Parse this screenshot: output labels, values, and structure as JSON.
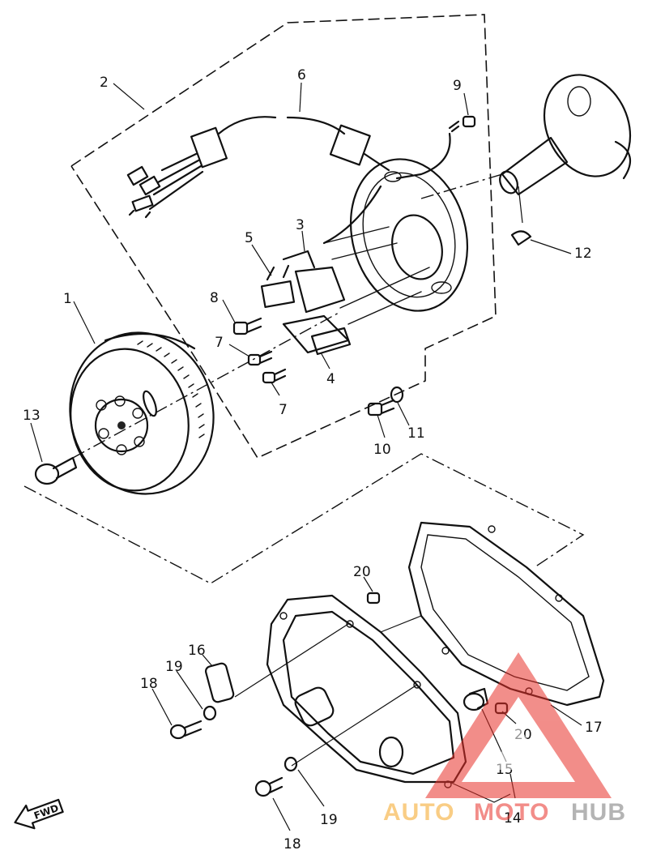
{
  "diagram": {
    "callouts": [
      {
        "id": "c1",
        "text": "1"
      },
      {
        "id": "c2",
        "text": "2"
      },
      {
        "id": "c3",
        "text": "3"
      },
      {
        "id": "c4",
        "text": "4"
      },
      {
        "id": "c5",
        "text": "5"
      },
      {
        "id": "c6",
        "text": "6"
      },
      {
        "id": "c7a",
        "text": "7"
      },
      {
        "id": "c7b",
        "text": "7"
      },
      {
        "id": "c8",
        "text": "8"
      },
      {
        "id": "c9",
        "text": "9"
      },
      {
        "id": "c10",
        "text": "10"
      },
      {
        "id": "c11",
        "text": "11"
      },
      {
        "id": "c12",
        "text": "12"
      },
      {
        "id": "c13",
        "text": "13"
      },
      {
        "id": "c14",
        "text": "14"
      },
      {
        "id": "c15",
        "text": "15"
      },
      {
        "id": "c16",
        "text": "16"
      },
      {
        "id": "c17",
        "text": "17"
      },
      {
        "id": "c18a",
        "text": "18"
      },
      {
        "id": "c18b",
        "text": "18"
      },
      {
        "id": "c19a",
        "text": "19"
      },
      {
        "id": "c19b",
        "text": "19"
      },
      {
        "id": "c20a",
        "text": "20"
      },
      {
        "id": "c20b",
        "text": "20"
      }
    ],
    "fwd_label": "FWD"
  },
  "watermark": {
    "part1": "AUTO",
    "part2": "MOTO",
    "part3": "HUB",
    "colors": {
      "auto": "#f5a623",
      "moto": "#e8312a",
      "hub": "#777777",
      "logo": "#e8312a"
    }
  }
}
